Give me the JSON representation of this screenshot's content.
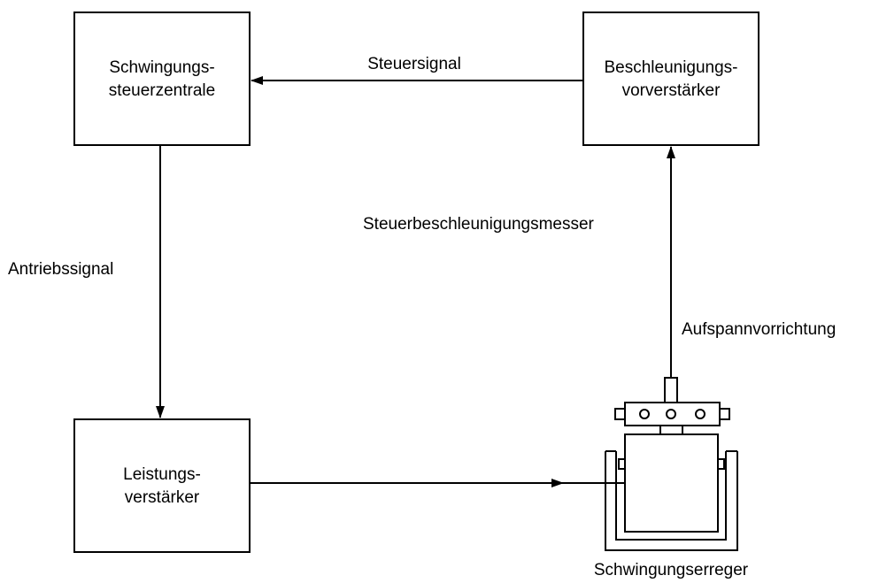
{
  "boxes": {
    "control_center": {
      "line1": "Schwingungs-",
      "line2": "steuerzentrale"
    },
    "preamplifier": {
      "line1": "Beschleunigungs-",
      "line2": "vorverstärker"
    },
    "power_amplifier": {
      "line1": "Leistungs-",
      "line2": "verstärker"
    }
  },
  "labels": {
    "control_signal": "Steuersignal",
    "drive_signal": "Antriebssignal",
    "control_accelerometer": "Steuerbeschleunigungsmesser",
    "fixture": "Aufspannvorrichtung",
    "shaker": "Schwingungserreger"
  },
  "colors": {
    "stroke": "#000000",
    "background": "#ffffff"
  }
}
